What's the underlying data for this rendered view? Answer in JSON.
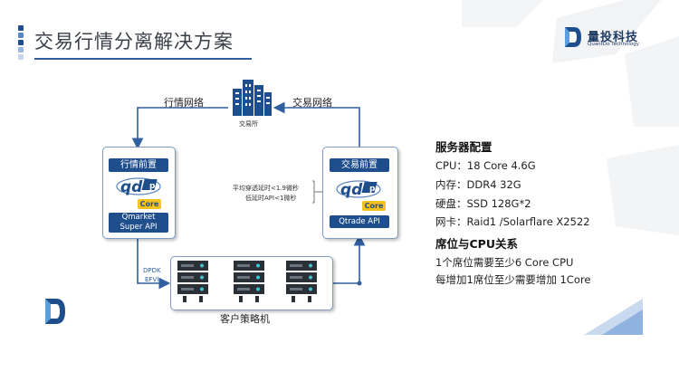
{
  "header": {
    "title": "交易行情分离解决方案"
  },
  "logo": {
    "name_cn": "量投科技",
    "name_en": "QuantDo Technology"
  },
  "diagram": {
    "exchange_label": "交易所",
    "market_link_label": "行情网络",
    "trade_link_label": "交易网络",
    "left_node": {
      "title": "行情前置",
      "core": "Core",
      "api_line1": "Qmarket",
      "api_line2": "Super API"
    },
    "right_node": {
      "title": "交易前置",
      "core": "Core",
      "api": "Qtrade API"
    },
    "latency_line1": "平均穿透延时<1.9微秒",
    "latency_line2": "低延时API<1微秒",
    "dpdk_line1": "DPDK",
    "dpdk_line2": "EFVI",
    "client_label": "客户策略机"
  },
  "server_config": {
    "heading": "服务器配置",
    "lines": [
      "CPU：18 Core 4.6G",
      "内存：DDR4 32G",
      "硬盘：SSD 128G*2",
      "网卡：Raid1 /Solarflare X2522"
    ]
  },
  "seat_cpu": {
    "heading": "席位与CPU关系",
    "lines": [
      "1个席位需要至少6 Core CPU",
      "每增加1席位至少需要增加 1Core"
    ]
  },
  "colors": {
    "primary": "#1e4e8c",
    "line": "#2f5f9e",
    "accent": "#f4c21c"
  }
}
